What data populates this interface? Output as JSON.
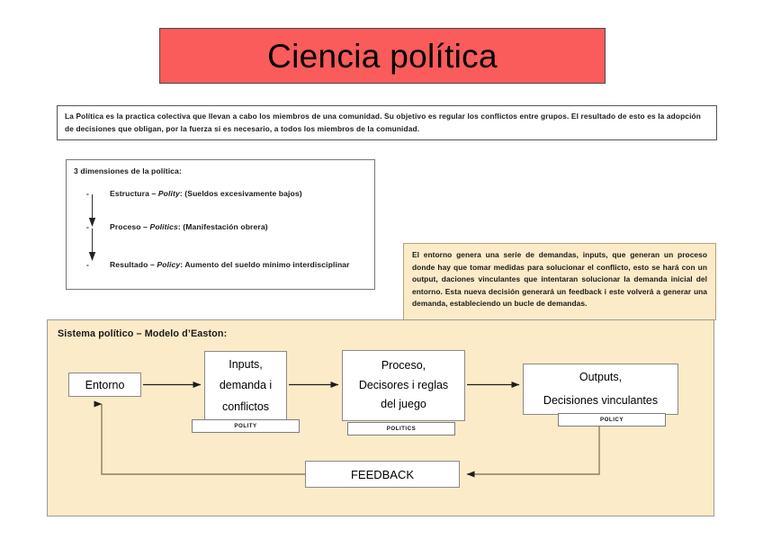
{
  "document": {
    "title": "Ciencia política"
  },
  "intro": {
    "lead": "La Política",
    "text": " es la practica colectiva que llevan a cabo los miembros de una comunidad. Su objetivo es regular los conflictos entre grupos. El resultado de esto es la adopción de decisiones que obligan, por la fuerza si es necesario, a todos los miembros de la comunidad."
  },
  "dimensions": {
    "heading": "3 dimensiones de la política:",
    "items": [
      {
        "bullet": "-",
        "term": "Estructura",
        "dash": " – ",
        "kind": "Polity",
        "rest": ": (Sueldos excesivamente bajos)"
      },
      {
        "bullet": "-",
        "term": "Proceso",
        "dash": " – ",
        "kind": "Politics",
        "rest": ": (Manifestación obrera)"
      },
      {
        "bullet": "-",
        "term": "Resultado",
        "dash": " – ",
        "kind": "Policy",
        "rest": ": Aumento del sueldo mínimo interdisciplinar"
      }
    ]
  },
  "note": {
    "text": "El entorno genera una serie de demandas, inputs, que generan un proceso donde hay que tomar medidas para solucionar el conflicto, esto se hará con un output, daciones vinculantes que intentaran solucionar la demanda inicial del entorno. Esta nueva decisión generará un feedback i este volverá a generar una demanda, estableciendo un bucle de demandas."
  },
  "easton": {
    "title": "Sistema político – Modelo d’Easton:",
    "nodes": {
      "entorno": {
        "lines": [
          "Entorno"
        ]
      },
      "inputs": {
        "lines": [
          "Inputs,",
          "demanda i",
          "conflictos"
        ],
        "sublabel": "POLITY"
      },
      "proceso": {
        "lines": [
          "Proceso,",
          "Decisores i reglas",
          "del juego"
        ],
        "sublabel": "POLITICS"
      },
      "outputs": {
        "lines": [
          "Outputs,",
          "Decisiones vinculantes"
        ],
        "sublabel": "POLICY"
      },
      "feedback": {
        "lines": [
          "FEEDBACK"
        ]
      }
    }
  },
  "colors": {
    "title_banner": "#fa5b5b",
    "panel_background": "#fcebc8",
    "note_background": "#fcebc8",
    "node_background": "#ffffff",
    "connector": "#8a7f63"
  }
}
